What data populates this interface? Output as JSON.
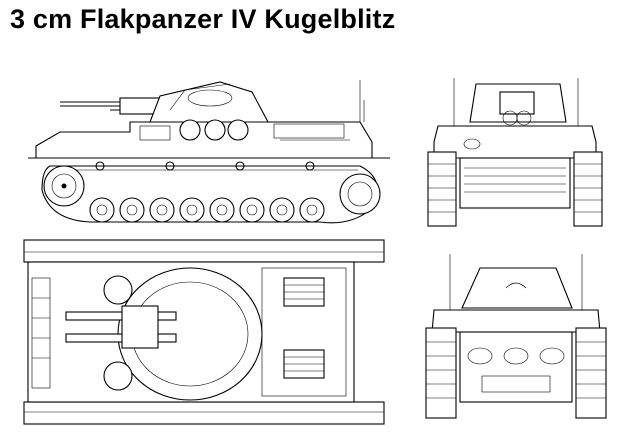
{
  "title": "3 cm Flakpanzer IV Kugelblitz",
  "views": [
    {
      "name": "side-view"
    },
    {
      "name": "front-view"
    },
    {
      "name": "top-view"
    },
    {
      "name": "rear-view"
    }
  ],
  "colors": {
    "ink": "#000000",
    "paper": "#ffffff"
  }
}
